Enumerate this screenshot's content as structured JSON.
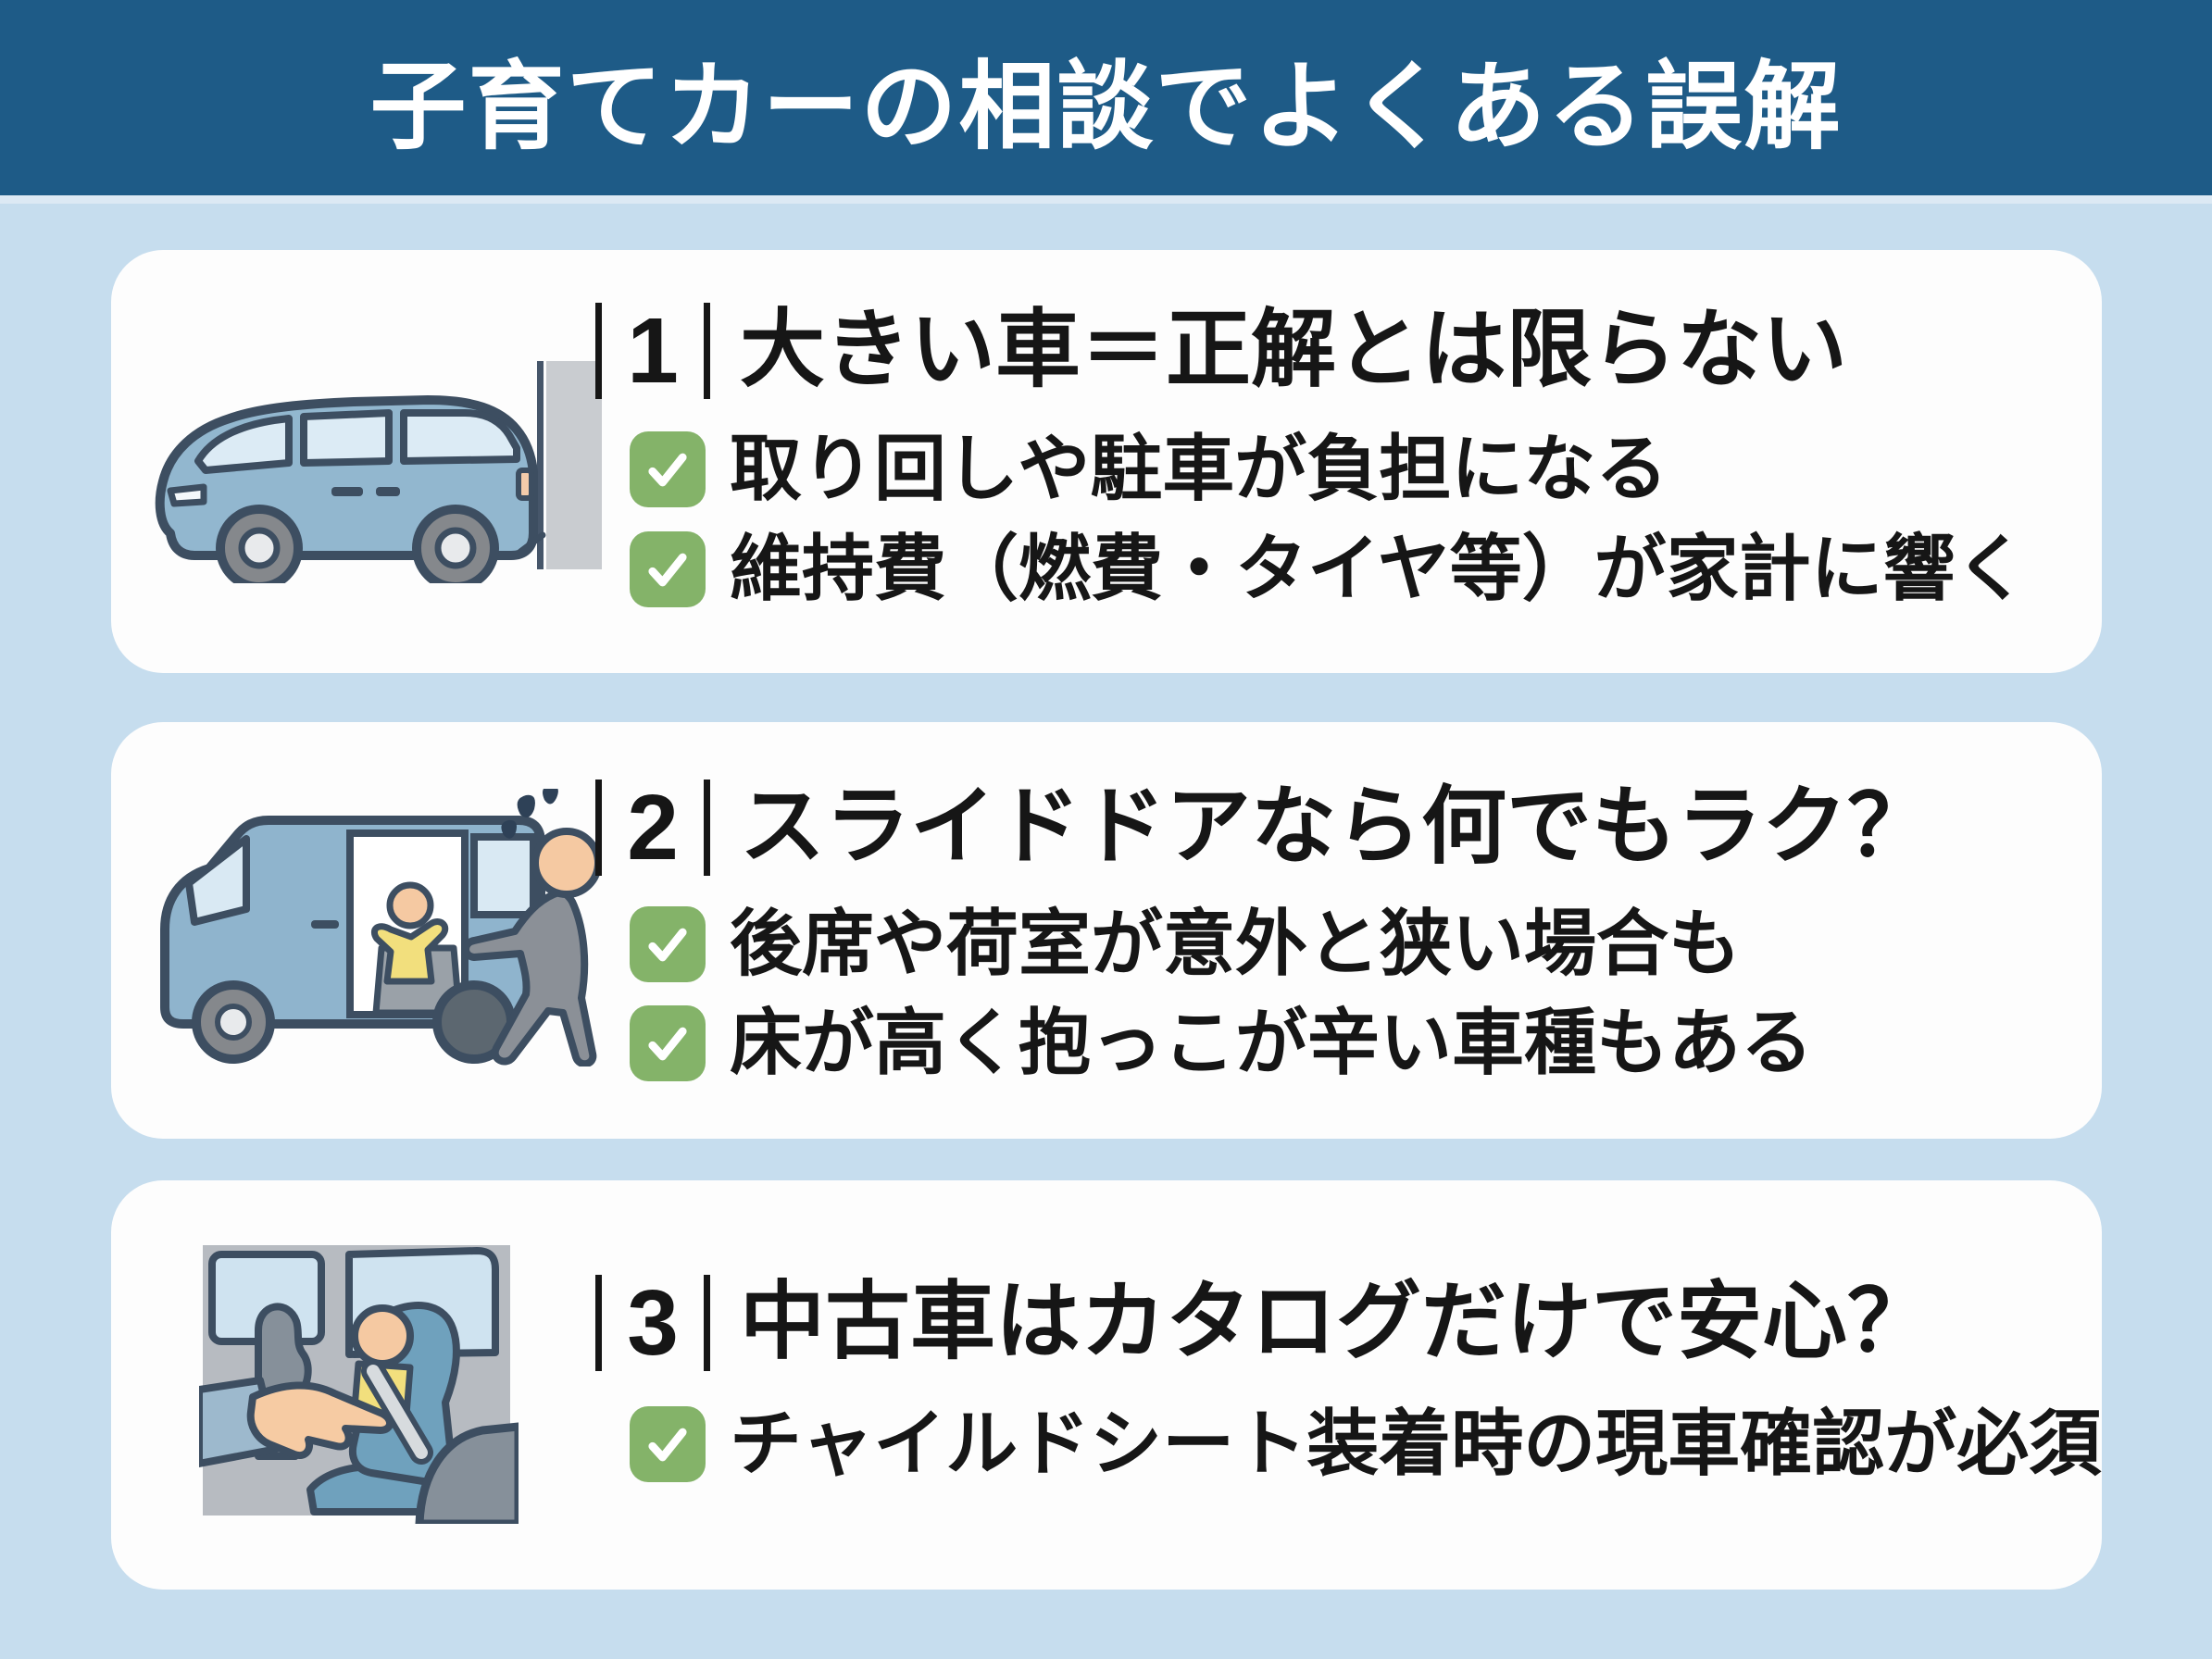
{
  "header": {
    "title": "子育てカーの相談でよくある誤解"
  },
  "palette": {
    "header_bg": "#1e5b87",
    "page_bg": "#c6ddee",
    "card_bg": "#fdfdfd",
    "check_green": "#84b369",
    "text": "#161616",
    "illustration_outline": "#3d4e61",
    "van_blue": "#92b7cf",
    "window_blue": "#d9e9f3",
    "skin": "#f5c9a2",
    "child_yellow": "#f2df7d",
    "figure_gray": "#8b9097"
  },
  "cards": [
    {
      "number": "1",
      "title": "大きい車＝正解とは限らない",
      "illustration": "minivan-near-wall-icon",
      "points": [
        "取り回しや駐車が負担になる",
        "維持費（燃費・タイヤ等）が家計に響く"
      ]
    },
    {
      "number": "2",
      "title": "スライドドアなら何でもラク？",
      "illustration": "sliding-door-van-parent-child-icon",
      "points": [
        "後席や荷室が意外と狭い場合も",
        "床が高く抱っこが辛い車種もある"
      ]
    },
    {
      "number": "3",
      "title": "中古車はカタログだけで安心？",
      "illustration": "rear-seat-child-seat-hand-check-icon",
      "points": [
        "チャイルドシート装着時の現車確認が必須"
      ]
    }
  ]
}
